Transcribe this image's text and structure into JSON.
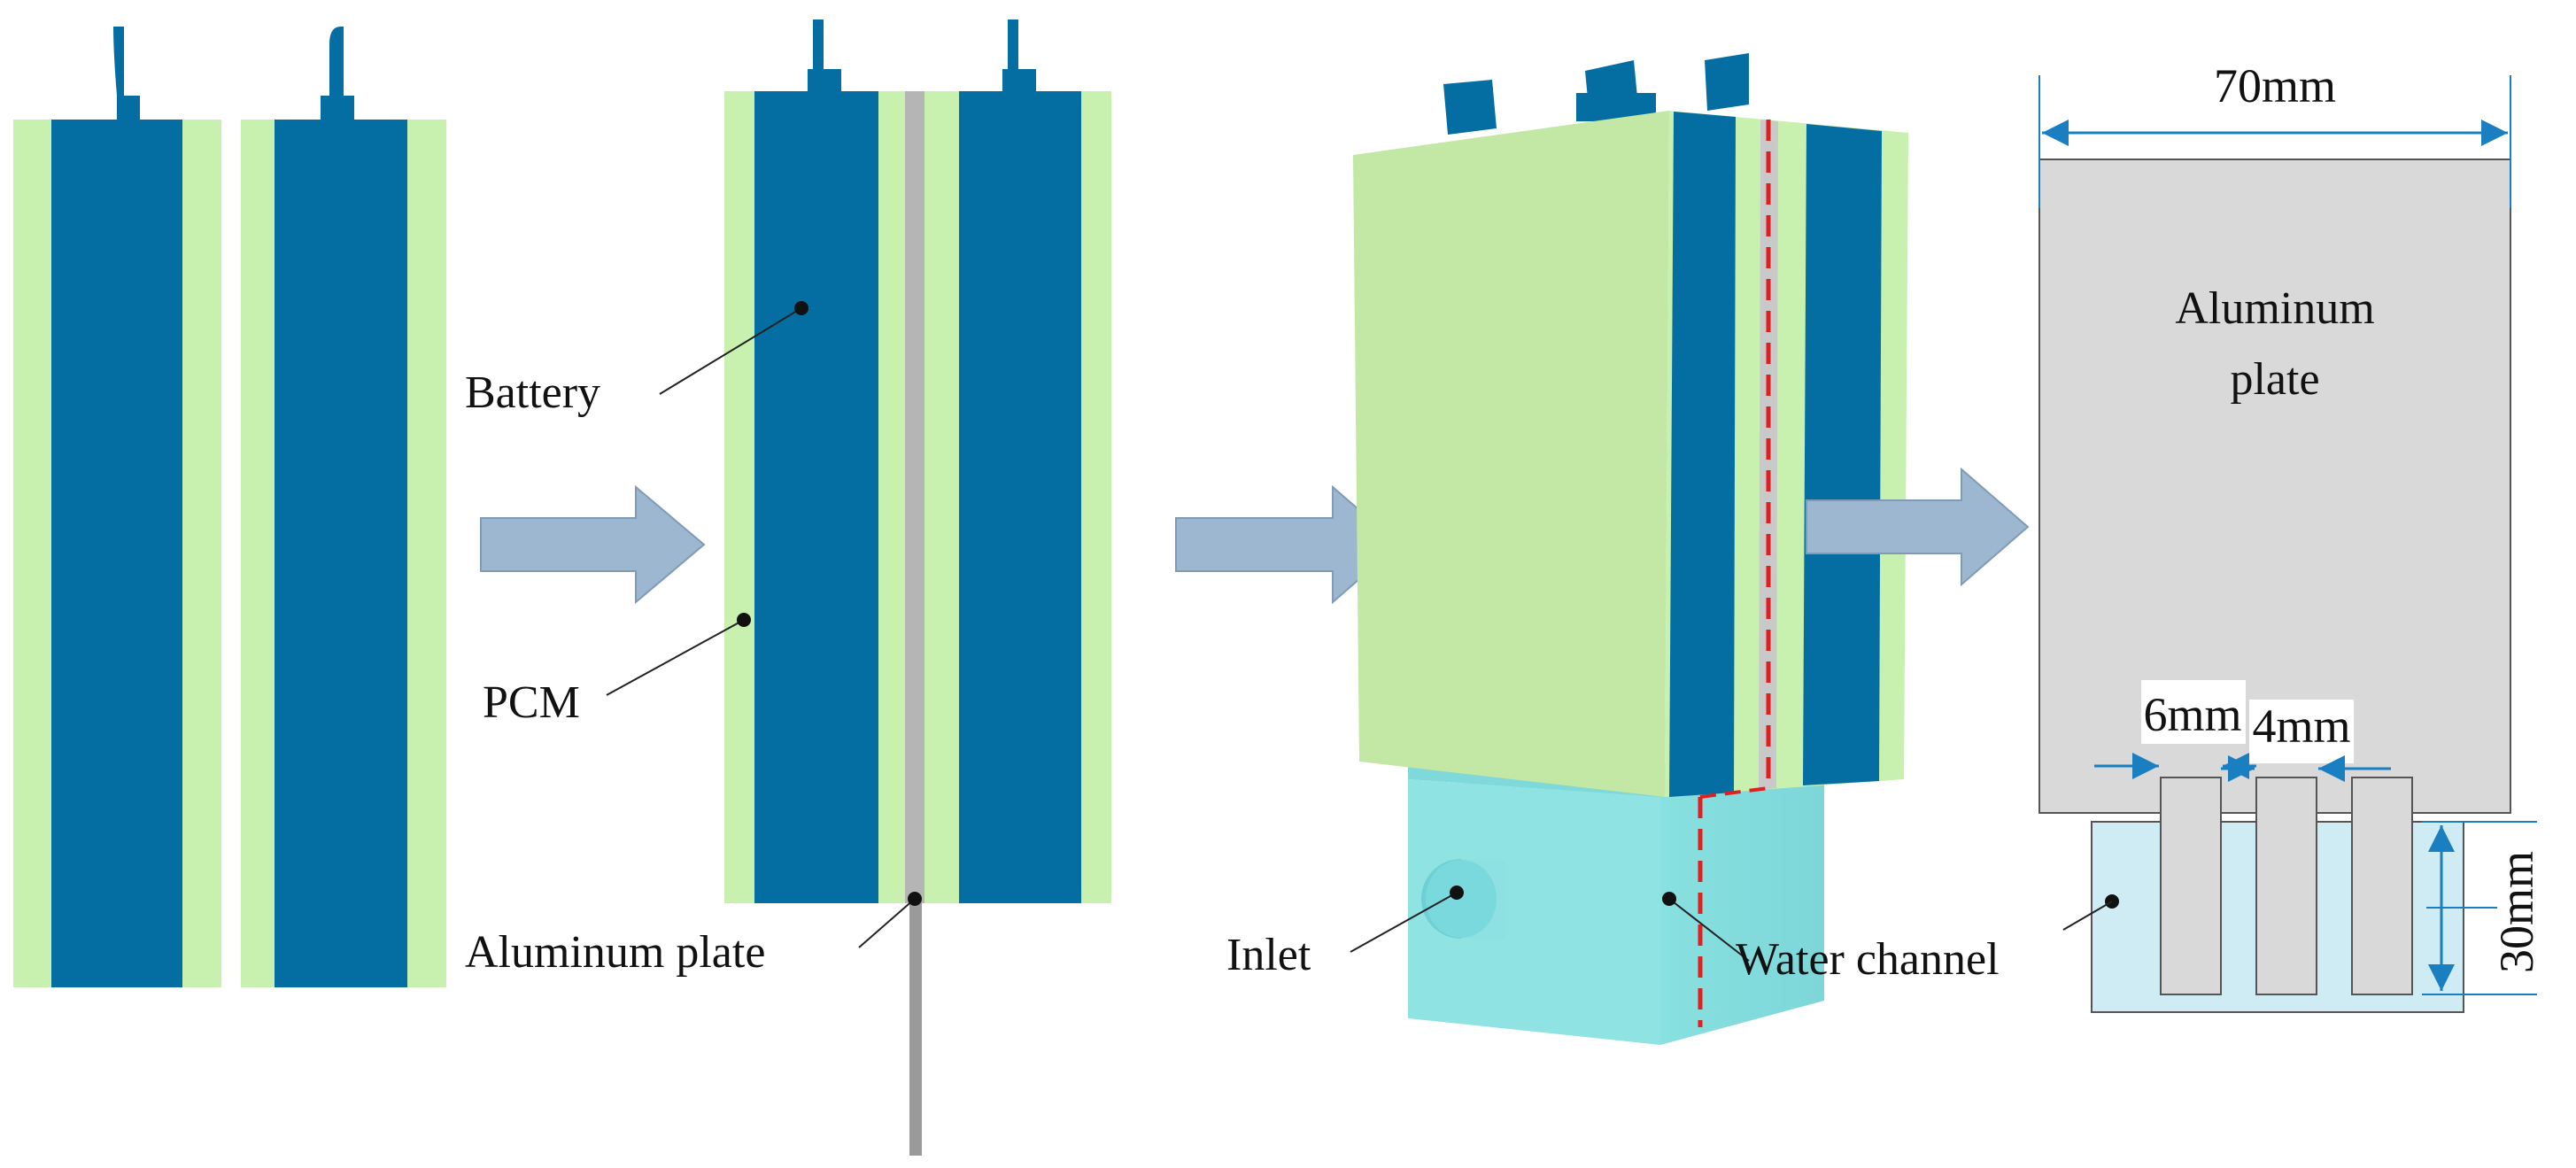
{
  "labels": {
    "battery": "Battery",
    "pcm": "PCM",
    "aluminum_plate": "Aluminum plate",
    "inlet": "Inlet",
    "water_channel": "Water channel",
    "plate_line1": "Aluminum",
    "plate_line2": "plate"
  },
  "dimensions": {
    "width": "70mm",
    "fin_width": "6mm",
    "gap": "4mm",
    "channel_height": "30mm"
  },
  "colors": {
    "battery": "#046ea3",
    "pcm": "#c8f1b0",
    "pcm_block": "#c3e7a5",
    "plate": "#bdbdbd",
    "plate_2d": "#d9d9d9",
    "water": "#8fe3e3",
    "water_2d": "#cfecf5",
    "arrow": "#9db7d0",
    "dim": "#1a7fc1",
    "cut_line": "#e02020"
  }
}
